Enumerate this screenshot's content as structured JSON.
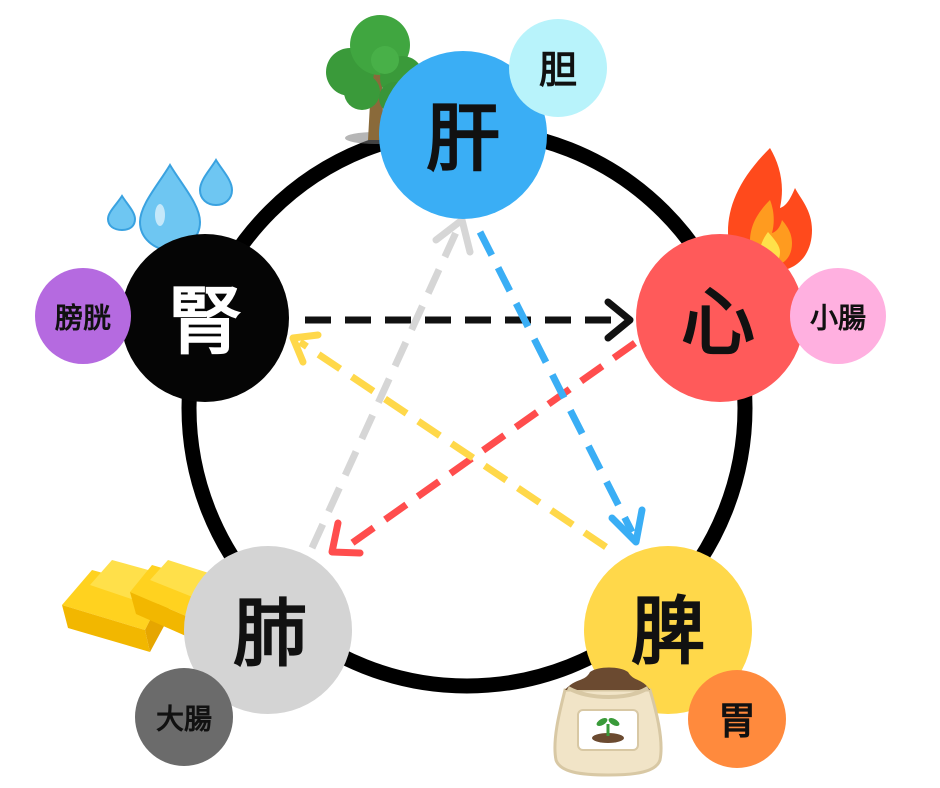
{
  "organs": {
    "wood": {
      "main": "肝",
      "sub": "胆",
      "icon": "tree-icon",
      "color": "#3aaef5",
      "sub_color": "#b8f3fb"
    },
    "fire": {
      "main": "心",
      "sub": "小腸",
      "icon": "flame-icon",
      "color": "#ff5a5a",
      "sub_color": "#ffb0e0"
    },
    "earth": {
      "main": "脾",
      "sub": "胃",
      "icon": "soil-bag-icon",
      "color": "#ffd84a",
      "sub_color": "#ff8a3d"
    },
    "metal": {
      "main": "肺",
      "sub": "大腸",
      "icon": "gold-bars-icon",
      "color": "#d4d4d4",
      "sub_color": "#6b6b6b"
    },
    "water": {
      "main": "腎",
      "sub": "膀胱",
      "icon": "water-drops-icon",
      "color": "#050505",
      "sub_color": "#b56ae0"
    }
  },
  "control_arrows": [
    {
      "from": "water",
      "to": "fire",
      "color": "#111111"
    },
    {
      "from": "fire",
      "to": "metal",
      "color": "#ff4d4d"
    },
    {
      "from": "metal",
      "to": "wood",
      "color": "#d6d6d6"
    },
    {
      "from": "wood",
      "to": "earth",
      "color": "#3aaef5"
    },
    {
      "from": "earth",
      "to": "water",
      "color": "#ffd84a"
    }
  ]
}
